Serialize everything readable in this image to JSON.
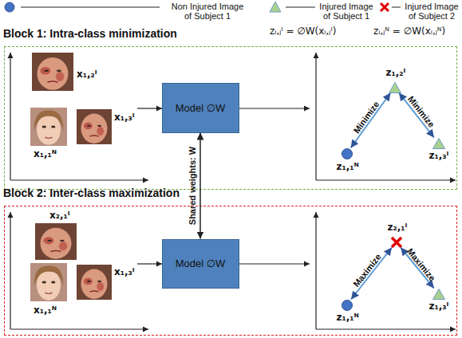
{
  "diagram": {
    "nodes": [
      {
        "text": [
          "Block 1: Intra-class minimization"
        ]
      },
      {
        "text": [
          "Model ∅W"
        ],
        "in": 0
      },
      {
        "text": [
          "z₁,₂ᴵ"
        ],
        "in": 0
      },
      {
        "text": [
          "z₁,₁ᴺ"
        ],
        "in": 0
      },
      {
        "text": [
          "z₁,₃ᴵ"
        ],
        "in": 0
      },
      {
        "text": [
          "Block 2: Inter-class maximization"
        ]
      },
      {
        "text": [
          "Model ∅W"
        ],
        "in": 5
      },
      {
        "text": [
          "z₂,₁ᴵ"
        ],
        "in": 5
      },
      {
        "text": [
          "z₁,₁ᴺ"
        ],
        "in": 5
      },
      {
        "text": [
          "z₁,₃ᴵ"
        ],
        "in": 5
      }
    ],
    "edges": [
      {
        "from": 2,
        "to": 3,
        "label": "Minimize",
        "arrow": "both"
      },
      {
        "from": 2,
        "to": 4,
        "label": "Minimize",
        "arrow": "both"
      },
      {
        "from": 1,
        "to": 6,
        "label": "Shared weights: W",
        "arrow": "both"
      },
      {
        "from": 7,
        "to": 8,
        "label": "Maximize",
        "arrow": "both"
      },
      {
        "from": 7,
        "to": 9,
        "label": "Maximize",
        "arrow": "both"
      }
    ],
    "labels": [
      "zᵢ,ⱼᴵ = ∅W(xᵢ,ⱼᴵ)",
      "zᵢ,ⱼᴺ = ∅W(xᵢ,ⱼᴺ)",
      "x₁,₂ᴵ",
      "x₁,₁ᴺ",
      "x₁,₃ᴵ",
      "x₂,₁ᴵ",
      "x₁,₁ᴺ",
      "x₁,₃ᴵ"
    ],
    "legend": [
      {
        "text": "Non Injured Image of Subject 1"
      },
      {
        "text": "Injured Image of Subject 1"
      },
      {
        "text": "Injured Image of Subject 2"
      }
    ]
  }
}
